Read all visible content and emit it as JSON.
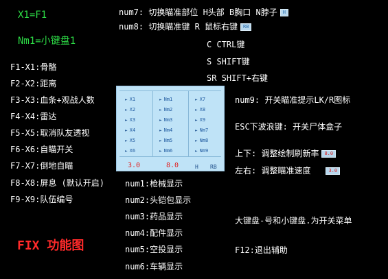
{
  "header": {
    "x1": "X1=F1",
    "nm1": "Nm1=小键盘1"
  },
  "top_lines": [
    {
      "text": "num7: 切换瞄准部位  H头部 B胸口 N脖子",
      "badge": "H"
    },
    {
      "text": "num8: 切换瞄准键 R 鼠标右键",
      "badge": "RB"
    },
    {
      "text": "C CTRL键",
      "badge": ""
    },
    {
      "text": "S SHIFT键",
      "badge": ""
    },
    {
      "text": "SR SHIFT+右键",
      "badge": ""
    }
  ],
  "left_lines": [
    "F1-X1:骨骼",
    "F2-X2:距离",
    "F3-X3:血条+观战人数",
    "F4-X4:雷达",
    "F5-X5:取消队友透视",
    "F6-X6:自瞄开关",
    "F7-X7:倒地自瞄",
    "F8-X8:屏息 (默认开启)",
    "F9-X9:队伍编号"
  ],
  "fix_label": "FIX 功能图",
  "panel": {
    "col1": [
      "X1",
      "X2",
      "X3",
      "X4",
      "X5",
      "X6"
    ],
    "col2": [
      "Nm1",
      "Nm2",
      "Nm3",
      "Nm4",
      "Nm5",
      "Nm6"
    ],
    "col3": [
      "X7",
      "X8",
      "X9",
      "Nm7",
      "Nm8",
      "Nm9"
    ],
    "arrow": "►",
    "footer": {
      "v1": "3.0",
      "v2": "8.0",
      "h": "H",
      "rb": "RB"
    }
  },
  "right_lines": [
    {
      "text": "num9:  开关瞄准提示LK/R图标",
      "badge": ""
    },
    {
      "text": "ESC下波浪键: 开关尸体盒子",
      "badge": ""
    },
    {
      "text": "上下: 调整绘制刷新率",
      "badge": "8.0"
    },
    {
      "text": "左右: 调整瞄准速度",
      "badge": "3.0"
    },
    {
      "text": "大键盘-号和小键盘.为开关菜单",
      "badge": ""
    },
    {
      "text": "F12:退出辅助",
      "badge": ""
    }
  ],
  "bottom_lines": [
    "num1:枪械显示",
    "num2:头铠包显示",
    "num3:药品显示",
    "num4:配件显示",
    "num5:空投显示",
    "num6:车辆显示"
  ]
}
